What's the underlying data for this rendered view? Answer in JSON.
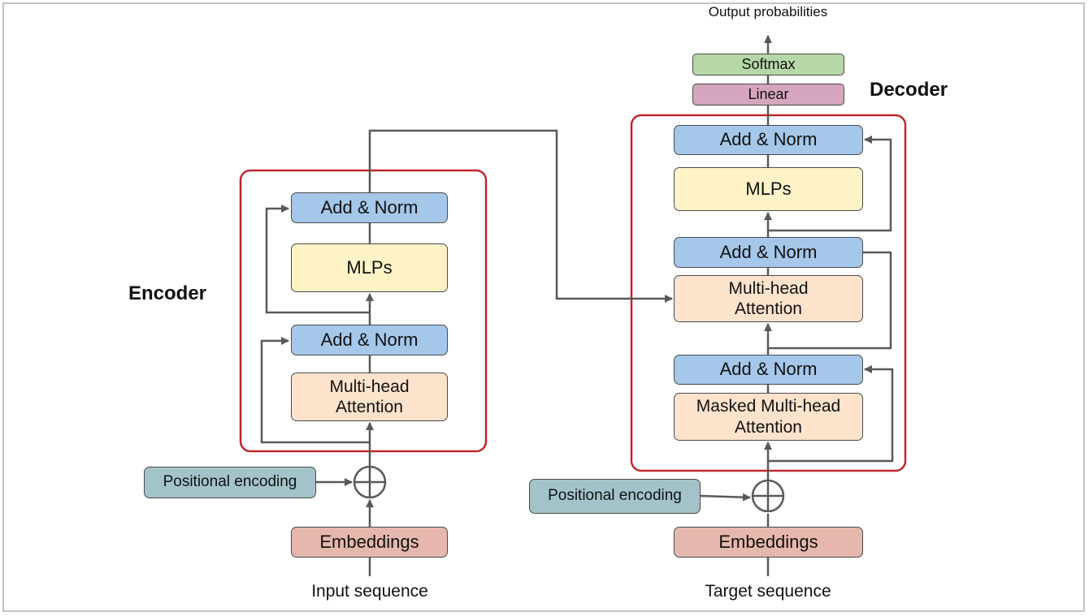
{
  "encoder": {
    "title": "Encoder",
    "add_norm_top": "Add & Norm",
    "mlps": "MLPs",
    "add_norm_bottom": "Add & Norm",
    "attention_line1": "Multi-head",
    "attention_line2": "Attention",
    "positional_encoding": "Positional encoding",
    "embeddings": "Embeddings",
    "input_label": "Input sequence"
  },
  "decoder": {
    "title": "Decoder",
    "output_label": "Output probabilities",
    "softmax": "Softmax",
    "linear": "Linear",
    "add_norm_top": "Add & Norm",
    "mlps": "MLPs",
    "add_norm_middle": "Add & Norm",
    "cross_attention_line1": "Multi-head",
    "cross_attention_line2": "Attention",
    "add_norm_bottom": "Add & Norm",
    "masked_attention_line1": "Masked Multi-head",
    "masked_attention_line2": "Attention",
    "positional_encoding": "Positional encoding",
    "embeddings": "Embeddings",
    "target_label": "Target sequence"
  },
  "colors": {
    "add_norm": "#a4c7ea",
    "mlp": "#fdf3c7",
    "attention": "#fde3cc",
    "embeddings": "#e6b8ad",
    "positional_encoding": "#a2c4c9",
    "softmax": "#b6d7a8",
    "linear": "#d5a6bd",
    "block_outline": "#c0272d",
    "arrows": "#595959"
  }
}
